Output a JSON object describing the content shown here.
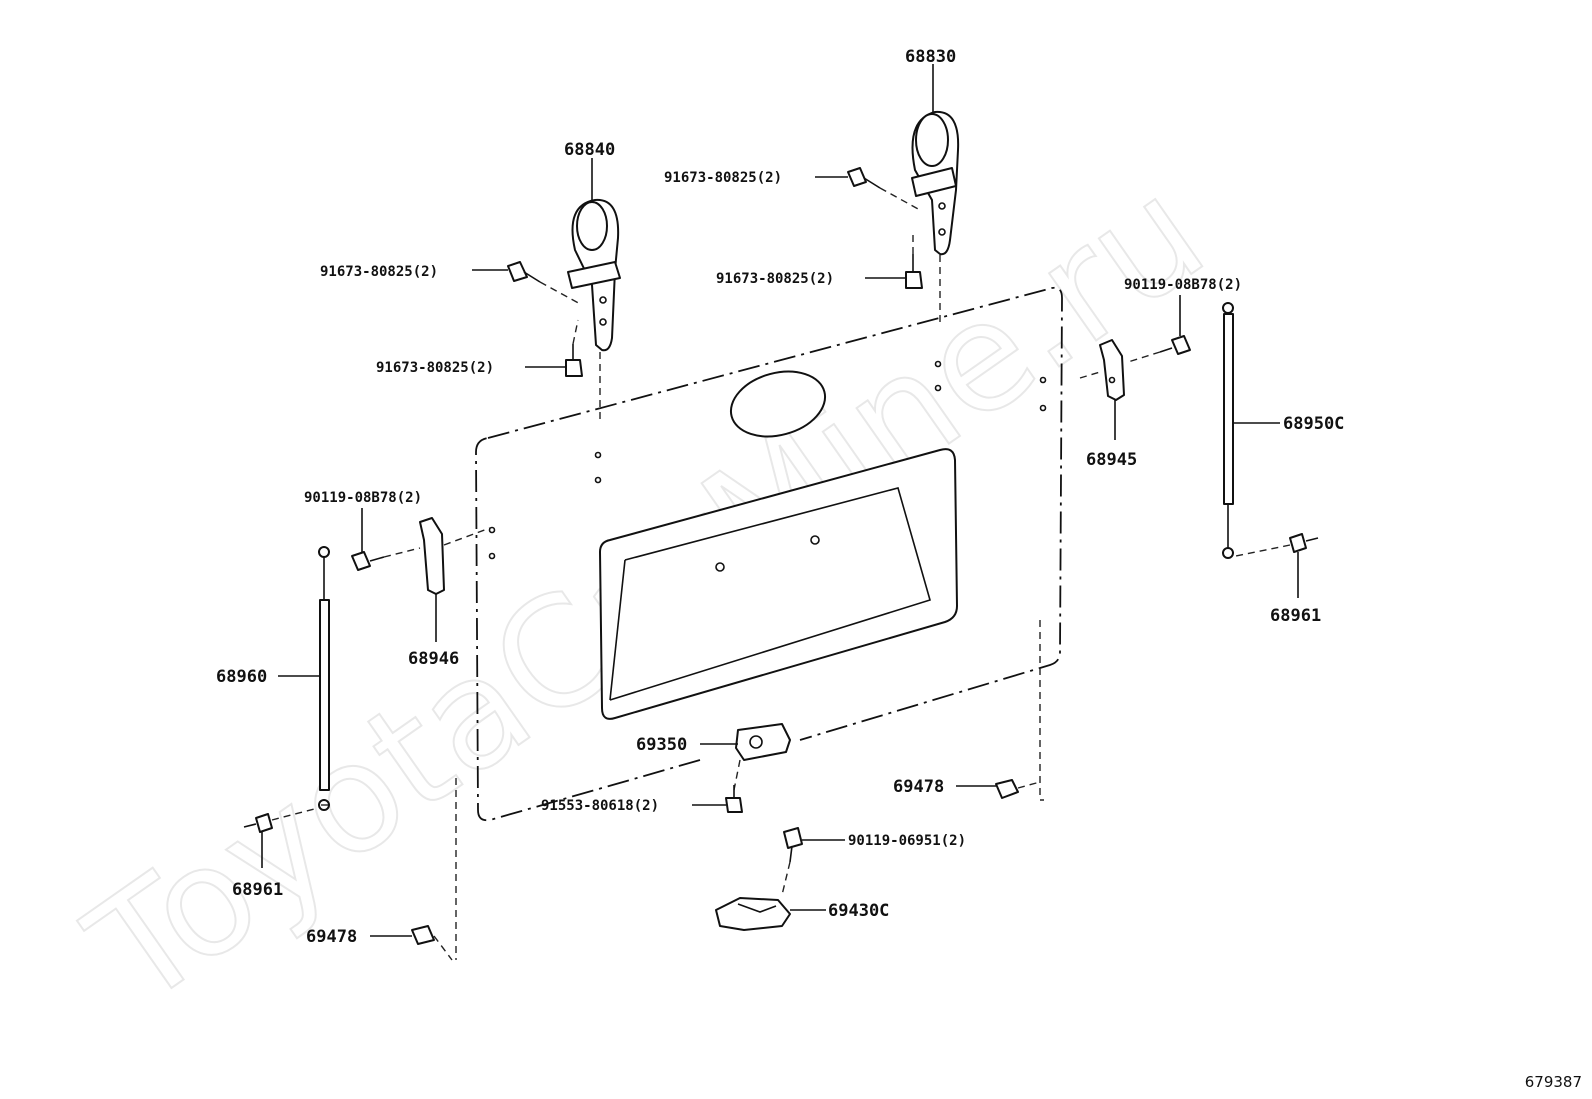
{
  "watermark": "ToyotaCarMine.ru",
  "image_code": "679387",
  "labels": {
    "p68830": "68830",
    "p68840": "68840",
    "b_hinge_r_top": "91673-80825(2)",
    "b_hinge_r_bot": "91673-80825(2)",
    "b_hinge_l_top": "91673-80825(2)",
    "b_hinge_l_bot": "91673-80825(2)",
    "b_right_bracket": "90119-08B78(2)",
    "b_left_bracket": "90119-08B78(2)",
    "p68950c": "68950C",
    "p68945": "68945",
    "p68961_right": "68961",
    "p68961_left": "68961",
    "p68946": "68946",
    "p68960": "68960",
    "p69350": "69350",
    "b_69350": "91553-80618(2)",
    "p69478_right": "69478",
    "p69478_left": "69478",
    "b_69430c": "90119-06951(2)",
    "p69430c": "69430C"
  }
}
